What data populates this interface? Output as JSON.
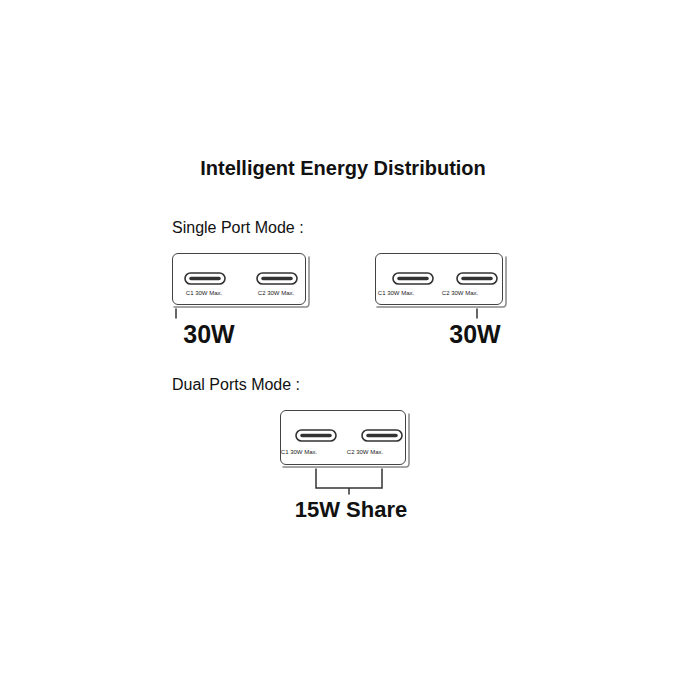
{
  "diagram": {
    "title": "Intelligent Energy Distribution",
    "nodes": [
      {
        "text": [
          "C1 30W Max.",
          "C2 30W Max."
        ]
      },
      {
        "text": [
          "C1 30W Max.",
          "C2 30W Max."
        ]
      },
      {
        "text": [
          "C1 30W Max.",
          "C2 30W Max."
        ]
      }
    ],
    "labels": [
      "Single Port Mode :",
      "30W",
      "30W",
      "Dual Ports Mode :",
      "15W Share"
    ]
  }
}
